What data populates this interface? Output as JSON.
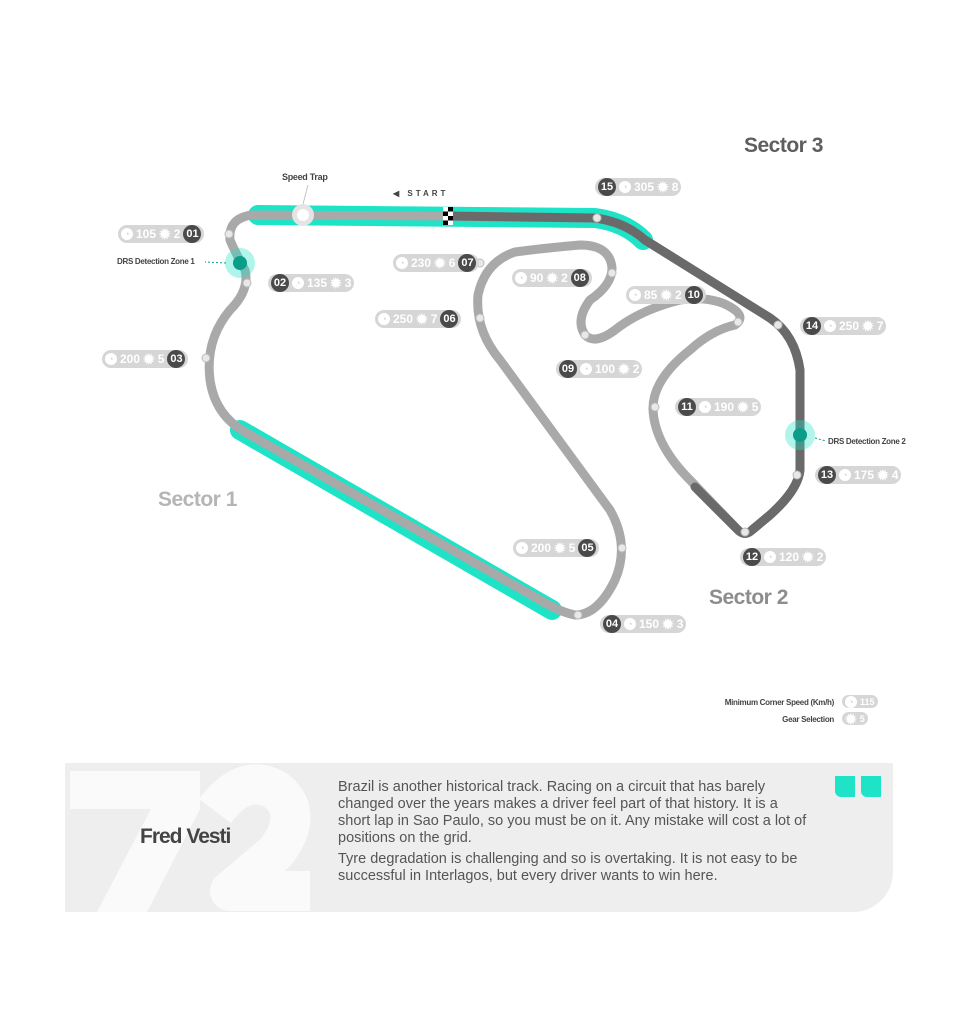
{
  "sectors": [
    "Sector 1",
    "Sector 2",
    "Sector 3"
  ],
  "labels": {
    "speed_trap": "Speed Trap",
    "start": "◀ START",
    "drs1": "DRS Detection Zone 1",
    "drs2": "DRS Detection Zone 2"
  },
  "turns": [
    {
      "num": "01",
      "speed": "105",
      "gear": "2"
    },
    {
      "num": "02",
      "speed": "135",
      "gear": "3"
    },
    {
      "num": "03",
      "speed": "200",
      "gear": "5"
    },
    {
      "num": "04",
      "speed": "150",
      "gear": "3"
    },
    {
      "num": "05",
      "speed": "200",
      "gear": "5"
    },
    {
      "num": "06",
      "speed": "250",
      "gear": "7"
    },
    {
      "num": "07",
      "speed": "230",
      "gear": "6"
    },
    {
      "num": "08",
      "speed": "90",
      "gear": "2"
    },
    {
      "num": "09",
      "speed": "100",
      "gear": "2"
    },
    {
      "num": "10",
      "speed": "85",
      "gear": "2"
    },
    {
      "num": "11",
      "speed": "190",
      "gear": "5"
    },
    {
      "num": "12",
      "speed": "120",
      "gear": "2"
    },
    {
      "num": "13",
      "speed": "175",
      "gear": "4"
    },
    {
      "num": "14",
      "speed": "250",
      "gear": "7"
    },
    {
      "num": "15",
      "speed": "305",
      "gear": "8"
    }
  ],
  "legend": {
    "speed_label": "Minimum Corner Speed (Km/h)",
    "speed_example": "115",
    "gear_label": "Gear Selection",
    "gear_example": "5"
  },
  "card": {
    "number": "72",
    "driver": "Fred Vesti",
    "quote": [
      "Brazil is another historical track. Racing on a circuit that has barely changed over the years makes a driver feel part of that history. It is a short lap in Sao Paulo, so you must be on it. Any mistake will cost a lot of positions on the grid.",
      "Tyre degradation is challenging and so is overtaking. It is not easy to be successful in Interlagos, but every driver wants to win here."
    ]
  },
  "colors": {
    "track": "#a9a9a9",
    "sector3": "#6a6a6a",
    "drs": "#1ee3c7",
    "pill": "#d6d6d6",
    "turn_badge": "#4a4a4a"
  }
}
